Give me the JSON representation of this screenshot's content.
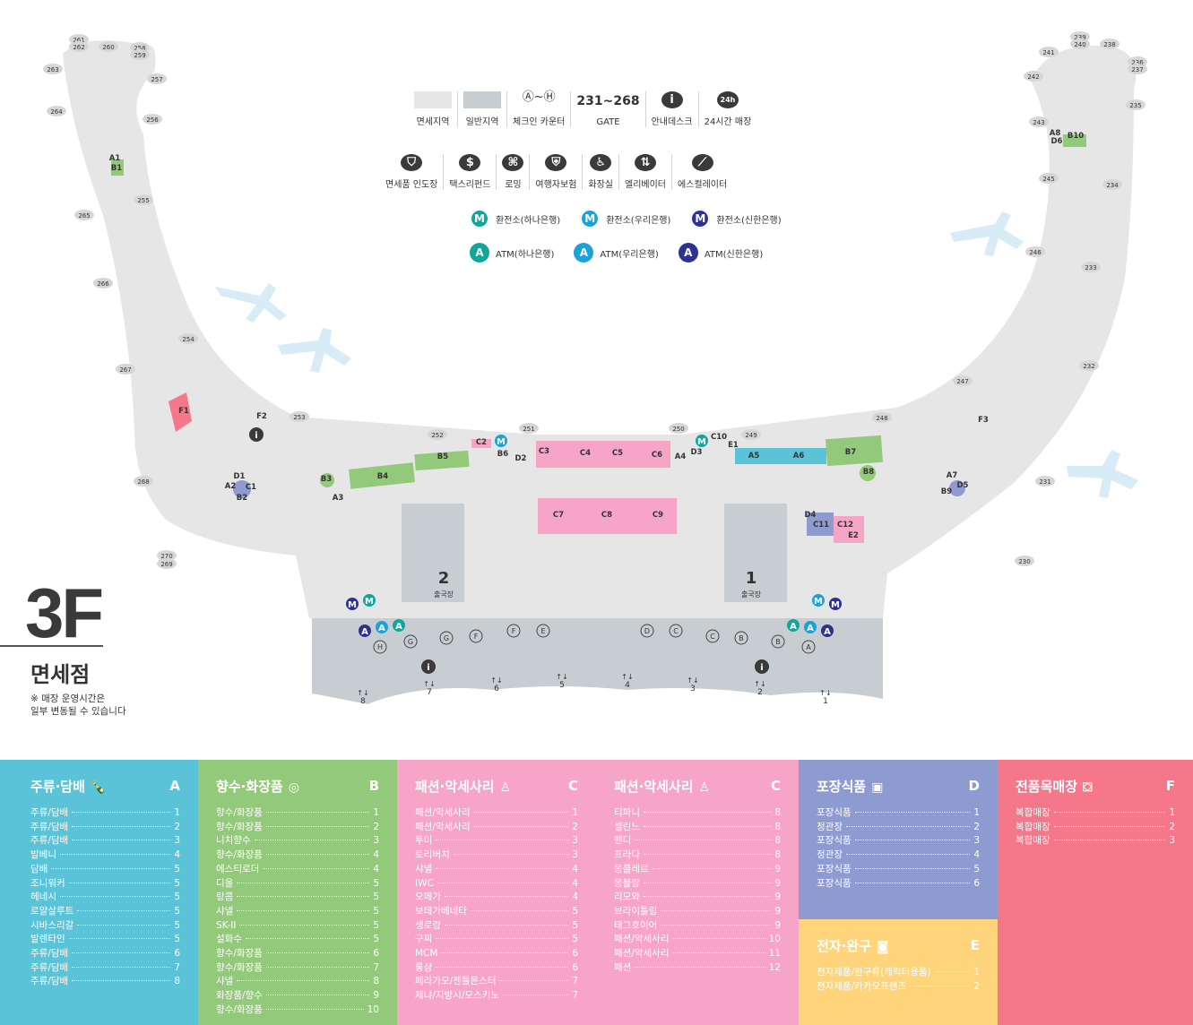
{
  "legend": {
    "row1": [
      {
        "name": "dutyfree-area",
        "label": "면세지역",
        "kind": "swatch",
        "color": "#e6e6e6"
      },
      {
        "name": "general-area",
        "label": "일반지역",
        "kind": "swatch",
        "color": "#c7cdd1"
      },
      {
        "name": "checkin-counter",
        "label": "체크인 카운터",
        "kind": "outline",
        "symbol": "Ⓐ~Ⓗ"
      },
      {
        "name": "gate",
        "label": "GATE",
        "kind": "text",
        "symbol": "231~268"
      },
      {
        "name": "info-desk",
        "label": "안내데스크",
        "kind": "circle",
        "symbol": "i"
      },
      {
        "name": "24h-store",
        "label": "24시간 매장",
        "kind": "circle",
        "symbol": "24h"
      }
    ],
    "row2": [
      {
        "name": "pickup",
        "label": "면세품 인도장",
        "kind": "circle",
        "symbol": "⛉"
      },
      {
        "name": "tax-refund",
        "label": "택스리펀드",
        "kind": "circle",
        "symbol": "$"
      },
      {
        "name": "roaming",
        "label": "로밍",
        "kind": "circle",
        "symbol": "⌘"
      },
      {
        "name": "travel-insurance",
        "label": "여행자보험",
        "kind": "circle",
        "symbol": "⛨"
      },
      {
        "name": "restroom",
        "label": "화장실",
        "kind": "circle",
        "symbol": "♿"
      },
      {
        "name": "elevator",
        "label": "엘리베이터",
        "kind": "circle",
        "symbol": "⇅"
      },
      {
        "name": "escalator",
        "label": "에스컬레이터",
        "kind": "circle",
        "symbol": "⟋"
      }
    ],
    "exchange": [
      {
        "label": "환전소(하나은행)",
        "color": "#12a69a",
        "symbol": "M"
      },
      {
        "label": "환전소(우리은행)",
        "color": "#1aa2d9",
        "symbol": "M"
      },
      {
        "label": "환전소(신한은행)",
        "color": "#2d3192",
        "symbol": "M"
      }
    ],
    "atm": [
      {
        "label": "ATM(하나은행)",
        "color": "#12a69a",
        "symbol": "A"
      },
      {
        "label": "ATM(우리은행)",
        "color": "#1aa2d9",
        "symbol": "A"
      },
      {
        "label": "ATM(신한은행)",
        "color": "#2d3192",
        "symbol": "A"
      }
    ]
  },
  "floor": {
    "number": "3F",
    "name": "면세점",
    "note": "※ 매장 운영시간은\n일부 변동될 수 있습니다"
  },
  "map": {
    "gates_left": [
      "261",
      "262",
      "260",
      "258",
      "259",
      "263",
      "257",
      "264",
      "256",
      "265",
      "255",
      "266",
      "254",
      "267",
      "253",
      "268",
      "270",
      "269"
    ],
    "gates_right": [
      "239",
      "240",
      "238",
      "241",
      "236",
      "237",
      "242",
      "235",
      "243",
      "234",
      "245",
      "246",
      "233",
      "232",
      "247",
      "248",
      "231",
      "230"
    ],
    "gates_center": [
      "252",
      "251",
      "250",
      "249"
    ],
    "shops": [
      "A1",
      "B1",
      "F1",
      "F2",
      "D1",
      "A2",
      "C1",
      "B2",
      "B3",
      "A3",
      "B4",
      "B5",
      "C2",
      "B6",
      "D2",
      "C3",
      "C4",
      "C5",
      "C6",
      "A4",
      "D3",
      "C10",
      "E1",
      "A5",
      "A6",
      "B7",
      "B8",
      "F3",
      "A7",
      "D5",
      "B9",
      "A8",
      "D6",
      "B10",
      "C7",
      "C8",
      "C9",
      "D4",
      "C11",
      "C12",
      "E2"
    ],
    "counters": [
      "H",
      "G",
      "G",
      "F",
      "F",
      "E",
      "D",
      "C",
      "C",
      "B",
      "B",
      "A"
    ],
    "exits": [
      "8",
      "7",
      "6",
      "5",
      "4",
      "3",
      "2",
      "1"
    ],
    "departure_labels": [
      {
        "num": "2",
        "text": "출국장"
      },
      {
        "num": "1",
        "text": "출국장"
      }
    ]
  },
  "panels": [
    {
      "name": "liquor-tobacco",
      "title": "주류·담배",
      "icon": "liquor-icon",
      "letter": "A",
      "color": "#5ac3d8",
      "rows": [
        [
          "주류/담배",
          "1"
        ],
        [
          "주류/담배",
          "2"
        ],
        [
          "주류/담배",
          "3"
        ],
        [
          "발베니",
          "4"
        ],
        [
          "담배",
          "5"
        ],
        [
          "조니워커",
          "5"
        ],
        [
          "헤네시",
          "5"
        ],
        [
          "로얄살루트",
          "5"
        ],
        [
          "시바스리갈",
          "5"
        ],
        [
          "발렌타인",
          "5"
        ],
        [
          "주류/담배",
          "6"
        ],
        [
          "주류/담배",
          "7"
        ],
        [
          "주류/담배",
          "8"
        ]
      ]
    },
    {
      "name": "perfume-cosmetics",
      "title": "향수·화장품",
      "icon": "cosmetics-icon",
      "letter": "B",
      "color": "#93c97a",
      "rows": [
        [
          "향수/화장품",
          "1"
        ],
        [
          "향수/화장품",
          "2"
        ],
        [
          "니치향수",
          "3"
        ],
        [
          "향수/화장품",
          "4"
        ],
        [
          "에스티로더",
          "4"
        ],
        [
          "디올",
          "5"
        ],
        [
          "랑콤",
          "5"
        ],
        [
          "샤넬",
          "5"
        ],
        [
          "SK-II",
          "5"
        ],
        [
          "설화수",
          "5"
        ],
        [
          "향수/화장품",
          "6"
        ],
        [
          "향수/화장품",
          "7"
        ],
        [
          "샤넬",
          "8"
        ],
        [
          "화장품/향수",
          "9"
        ],
        [
          "향수/화장품",
          "10"
        ]
      ]
    },
    {
      "name": "fashion-accessories-1",
      "title": "패션·악세사리",
      "icon": "dress-icon",
      "letter": "C",
      "color": "#f6a5c7",
      "rows": [
        [
          "패션/악세사리",
          "1"
        ],
        [
          "패션/악세사리",
          "2"
        ],
        [
          "투미",
          "3"
        ],
        [
          "토리버치",
          "3"
        ],
        [
          "샤넬",
          "4"
        ],
        [
          "IWC",
          "4"
        ],
        [
          "오메가",
          "4"
        ],
        [
          "보테가베네타",
          "5"
        ],
        [
          "생로랑",
          "5"
        ],
        [
          "구찌",
          "5"
        ],
        [
          "MCM",
          "6"
        ],
        [
          "롱샴",
          "6"
        ],
        [
          "페라가모/젠틀몬스터",
          "7"
        ],
        [
          "제냐/지방시/모스키노",
          "7"
        ]
      ]
    },
    {
      "name": "fashion-accessories-2",
      "title": "패션·악세사리",
      "icon": "dress-icon",
      "letter": "C",
      "color": "#f6a5c7",
      "rows": [
        [
          "티파니",
          "8"
        ],
        [
          "셀린느",
          "8"
        ],
        [
          "펜디",
          "8"
        ],
        [
          "프라다",
          "8"
        ],
        [
          "몽클레르",
          "9"
        ],
        [
          "몽블랑",
          "9"
        ],
        [
          "리모와",
          "9"
        ],
        [
          "브라이틀링",
          "9"
        ],
        [
          "태그호이어",
          "9"
        ],
        [
          "패션/악세사리",
          "10"
        ],
        [
          "패션/악세사리",
          "11"
        ],
        [
          "패션",
          "12"
        ]
      ]
    },
    {
      "name": "packaged-food",
      "title": "포장식품",
      "icon": "food-icon",
      "letter": "D",
      "color": "#8d9bd1",
      "rows": [
        [
          "포장식품",
          "1"
        ],
        [
          "정관장",
          "2"
        ],
        [
          "포장식품",
          "3"
        ],
        [
          "정관장",
          "4"
        ],
        [
          "포장식품",
          "5"
        ],
        [
          "포장식품",
          "6"
        ]
      ]
    },
    {
      "name": "specialty-store",
      "title": "전품목매장",
      "icon": "bag-icon",
      "letter": "F",
      "color": "#f5788a",
      "rows": [
        [
          "복합매장",
          "1"
        ],
        [
          "복합매장",
          "2"
        ],
        [
          "복합매장",
          "3"
        ]
      ]
    }
  ],
  "sub_panel": {
    "name": "electronics-toys",
    "title": "전자·완구",
    "icon": "camera-icon",
    "letter": "E",
    "color": "#ffd47a",
    "rows": [
      [
        "전자제품/완구류(캐릭터용품)",
        "1"
      ],
      [
        "전자제품/카카오프렌즈",
        "2"
      ]
    ]
  }
}
